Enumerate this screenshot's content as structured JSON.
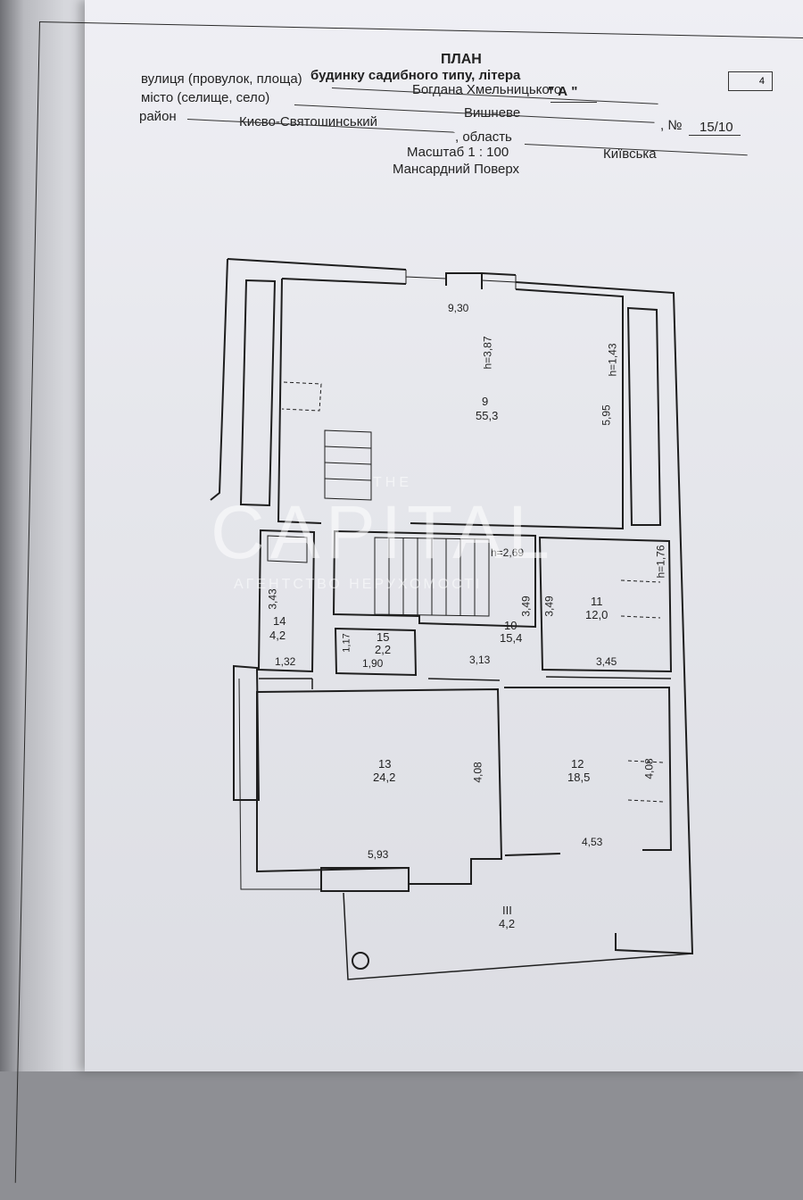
{
  "header": {
    "title": "ПЛАН",
    "subtitle": "будинку садибного типу, літера",
    "letter": "\"   А   \"",
    "street_label": "вулиця (провулок, площа)",
    "street_value": "Богдана Хмельницького",
    "city_label": "місто (селище, село)",
    "city_value": "Вишневе",
    "number_label": ", №",
    "number_value": "15/10",
    "district_label": "район",
    "district_value": "Києво-Святошинський",
    "oblast_label": ", область",
    "oblast_value": "Київська",
    "scale": "Масштаб 1 : 100",
    "floor": "Мансардний Поверх",
    "page_number": "4"
  },
  "plan": {
    "room9": {
      "num": "9",
      "area": "55,3",
      "width": "9,30",
      "depth": "5,95",
      "h1": "h=3,87",
      "h2": "h=1,43"
    },
    "room10": {
      "num": "10",
      "area": "15,4",
      "h": "h=2,69",
      "d1": "3,49",
      "w": "3,13"
    },
    "room11": {
      "num": "11",
      "area": "12,0",
      "d": "3,49",
      "w": "3,45",
      "h": "h=1,76"
    },
    "room12": {
      "num": "12",
      "area": "18,5",
      "d": "4,08",
      "w": "4,53"
    },
    "room13": {
      "num": "13",
      "area": "24,2",
      "d": "4,08",
      "w": "5,93"
    },
    "room14": {
      "num": "14",
      "area": "4,2",
      "d": "3,43",
      "w": "1,32"
    },
    "room15": {
      "num": "15",
      "area": "2,2",
      "d": "1,17",
      "w": "1,90"
    },
    "roomIII": {
      "num": "III",
      "area": "4,2"
    }
  },
  "watermark": {
    "brand": "CAPITAL",
    "small": "THE",
    "tagline": "АГЕНТСТВО НЕРУХОМОСТІ"
  }
}
